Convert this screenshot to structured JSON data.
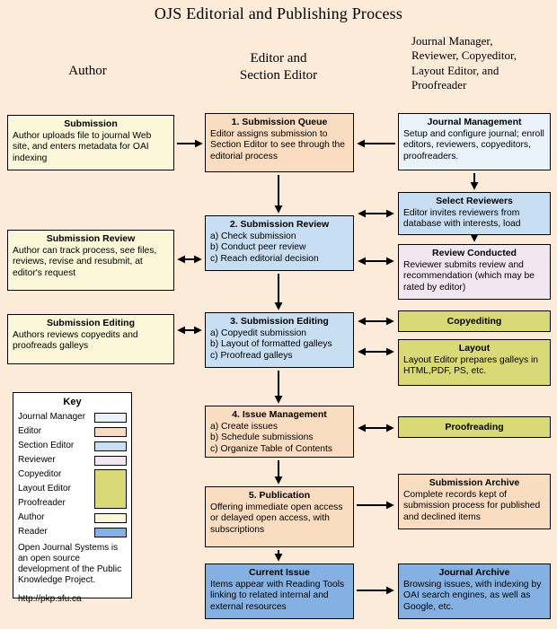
{
  "title": "OJS Editorial and Publishing Process",
  "colors": {
    "page-bg": "#fcebd9",
    "author": "#fbf7d8",
    "editor": "#fadcc1",
    "section-editor": "#c8def2",
    "journal-manager": "#eaf2fa",
    "reviewer": "#f1e6f1",
    "copyeditor": "#d9da77",
    "reader": "#84b1e2"
  },
  "headers": {
    "author": "Author",
    "editor": "Editor and\nSection Editor",
    "others": "Journal Manager,\nReviewer, Copyeditor,\nLayout Editor, and\nProofreader"
  },
  "boxes": {
    "submission": {
      "title": "Submission",
      "body": "Author uploads file to journal Web site, and enters metadata for OAI indexing"
    },
    "submission_review_author": {
      "title": "Submission Review",
      "body": "Author can track process, see files, reviews, revise and resubmit, at editor's request"
    },
    "submission_editing_author": {
      "title": "Submission Editing",
      "body": "Authors reviews copyedits and proofreads galleys"
    },
    "queue": {
      "title": "1. Submission Queue",
      "body": "Editor assigns submission to Section Editor to see through the editorial process"
    },
    "review": {
      "title": "2. Submission Review",
      "lines": [
        "a) Check submission",
        "b) Conduct peer review",
        "c) Reach editorial decision"
      ]
    },
    "editing": {
      "title": "3. Submission Editing",
      "lines": [
        "a) Copyedit submission",
        "b) Layout of formatted galleys",
        "c) Proofread galleys"
      ]
    },
    "issue": {
      "title": "4. Issue Management",
      "lines": [
        "a) Create issues",
        "b) Schedule submissions",
        "c) Organize Table of Contents"
      ]
    },
    "publication": {
      "title": "5. Publication",
      "body": "Offering immediate open access or delayed open access, with subscriptions"
    },
    "current_issue": {
      "title": "Current Issue",
      "body": "Items appear with Reading Tools linking to related internal and external resources"
    },
    "journal_management": {
      "title": "Journal Management",
      "body": "Setup and configure journal; enroll editors, reviewers, copyeditors, proofreaders."
    },
    "select_reviewers": {
      "title": "Select Reviewers",
      "body": "Editor invites reviewers from database with interests, load"
    },
    "review_conducted": {
      "title": "Review Conducted",
      "body": "Reviewer submits review and recommendation (which may be rated by editor)"
    },
    "copyediting": {
      "title": "Copyediting"
    },
    "layout": {
      "title": "Layout",
      "body": "Layout Editor prepares galleys in HTML,PDF, PS, etc."
    },
    "proofreading": {
      "title": "Proofreading"
    },
    "submission_archive": {
      "title": "Submission Archive",
      "body": "Complete records kept of submission process for published and declined items"
    },
    "journal_archive": {
      "title": "Journal Archive",
      "body": "Browsing issues, with indexing by OAI search engines, as well as Google, etc."
    }
  },
  "key": {
    "title": "Key",
    "items": [
      {
        "label": "Journal Manager"
      },
      {
        "label": "Editor"
      },
      {
        "label": "Section Editor"
      },
      {
        "label": "Reviewer"
      },
      {
        "label": "Copyeditor"
      },
      {
        "label": "Layout Editor"
      },
      {
        "label": "Proofreader"
      },
      {
        "label": "Author"
      },
      {
        "label": "Reader"
      }
    ],
    "note": "Open Journal Systems is an open source development of the Public Knowledge Project.",
    "url": "http://pkp.sfu.ca"
  }
}
